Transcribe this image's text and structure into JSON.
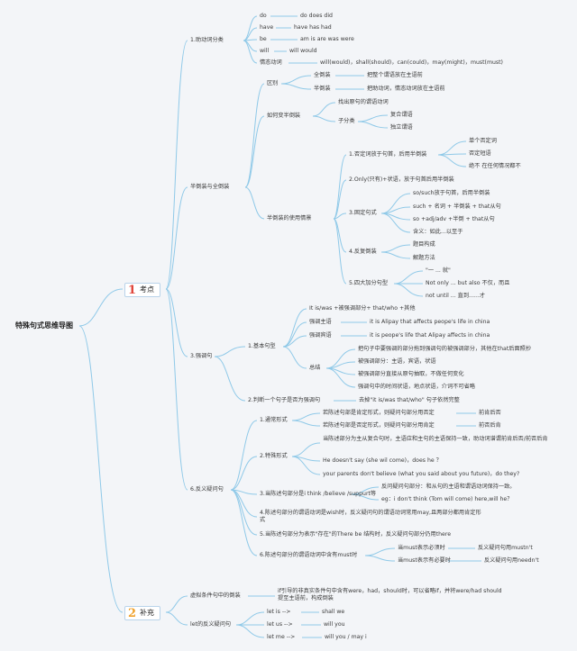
{
  "root": "特殊句式思维导图",
  "sections": [
    {
      "num": "1",
      "label": "考点",
      "color": "#e0443a"
    },
    {
      "num": "2",
      "label": "补充",
      "color": "#f0a22e"
    }
  ],
  "topics": {
    "aux": "1.助动词分类",
    "inversion": "半倒装与全倒装",
    "emphasis": "3.强调句",
    "tag": "6.反义疑问句",
    "subjunctive": "虚拟条件句中的倒装",
    "lets": "let的反义疑问句"
  },
  "aux": {
    "rows": [
      [
        "do",
        "do does did"
      ],
      [
        "have",
        "have has had"
      ],
      [
        "be",
        "am is are was were"
      ],
      [
        "will",
        "will would"
      ],
      [
        "情态动词",
        "will(would)，shall(should)，can(could)，may(might)，must(must)"
      ]
    ]
  },
  "inversion": {
    "diff": "区别",
    "full": "全倒装",
    "full_desc": "把整个谓语放在主语前",
    "half": "半倒装",
    "half_desc": "把助动词，情态动词放在主语前",
    "how": "如何变半倒装",
    "how_1": "找出原句的谓语动词",
    "sub": "子分类",
    "sub_1": "复合谓语",
    "sub_2": "独立谓语",
    "usage": "半倒装的使用情景",
    "u1": "1.否定词放于句首，后用半倒装",
    "u1_a": "单个否定词",
    "u1_b": "否定短语",
    "u1_c": "绝不 在任何情况都不",
    "u2": "2.Only(只有)+状语，放于句首后用半倒装",
    "u3": "3.固定句式",
    "u3_a": "so/such放于句首，后用半倒装",
    "u3_b": "such + 名词 + 半倒装 + that从句",
    "u3_c": "so +adj/adv +半倒 + that从句",
    "u3_d": "含义：如此...以至于",
    "u4": "4.反复倒装",
    "u4_a": "题目构成",
    "u4_b": "解题方法",
    "u5": "5.四大加分句型",
    "u5_a": "\"一 ... 就\"",
    "u5_b": "Not only ... but also 不仅，而且",
    "u5_c": "not until ... 直到......才"
  },
  "emphasis": {
    "basic": "1.基本句型",
    "b1": "It is/was +被强调部分+ that/who +其他",
    "b2": "强调主语",
    "b2_ex": "it is Alipay that affects peope's life in china",
    "b3": "强调宾语",
    "b3_ex": "it is peope's life that Alipay affects in china",
    "summary": "总结",
    "s1": "把句子中要强调的部分拖到强调句的被强调部分，其他在that后面照抄",
    "s2": "被强调部分：主语，宾语，状语",
    "s3": "被强调部分直接从原句抽取，不做任何变化",
    "s4": "强调句中的时间状语，地点状语，介词不可省略",
    "judge": "2.判断一个句子是否为强调句",
    "judge_desc": "去掉\"it is/was that/who\" 句子依然完整"
  },
  "tag": {
    "t1": "1.通常形式",
    "t1_a": "若陈述句部是肯定形式，则疑问句部分用否定",
    "t1_a2": "前肯后否",
    "t1_b": "若陈述句部是否定形式，则疑问句部分用肯定",
    "t1_b2": "前否后肯",
    "t2": "2.特殊形式",
    "t2_a": "当陈述部分为主从复合句时，主语应和主句的主语保持一致，助动词谱谓前肯后否/前否后肯",
    "t2_b": "He doesn't say (she wil come)，does he ？",
    "t2_c": "your parents don't believe (what you said about you future)，do they?",
    "t3": "3.当陈述句部分是i think /believe /suppurt等",
    "t3_a": "反问疑问句部分：和从句的主语和谓语动词保持一致。",
    "t3_b": "eg：i don't think (Tom will come) here,will he？",
    "t4": "4.陈述句部分的谓语动词是wish时，反义疑问句的谓语动词常用may,且两部分都用肯定形式",
    "t5": "5.当陈述句部分为表示\"存在\"的There be 结构时，反义疑问句部分仍用there",
    "t6": "6.陈述句部分的谓语动词中含有must时",
    "t6_a": "当must表示必须时",
    "t6_a2": "反义疑问句用mustn't",
    "t6_b": "当must表示有必要时",
    "t6_b2": "反义疑问句用needn't"
  },
  "supplement": {
    "subj_desc": "if引导的非真实条件句中含有were，had，should时，可以省略if，并将were/had should 提至主语前，构成倒装",
    "lets": [
      [
        "let is -->",
        "shall we"
      ],
      [
        "let us -->",
        "will you"
      ],
      [
        "let me -->",
        "will you / may i"
      ]
    ]
  },
  "colors": {
    "line": "#8fc9e8",
    "background": "#f3f5f8"
  }
}
